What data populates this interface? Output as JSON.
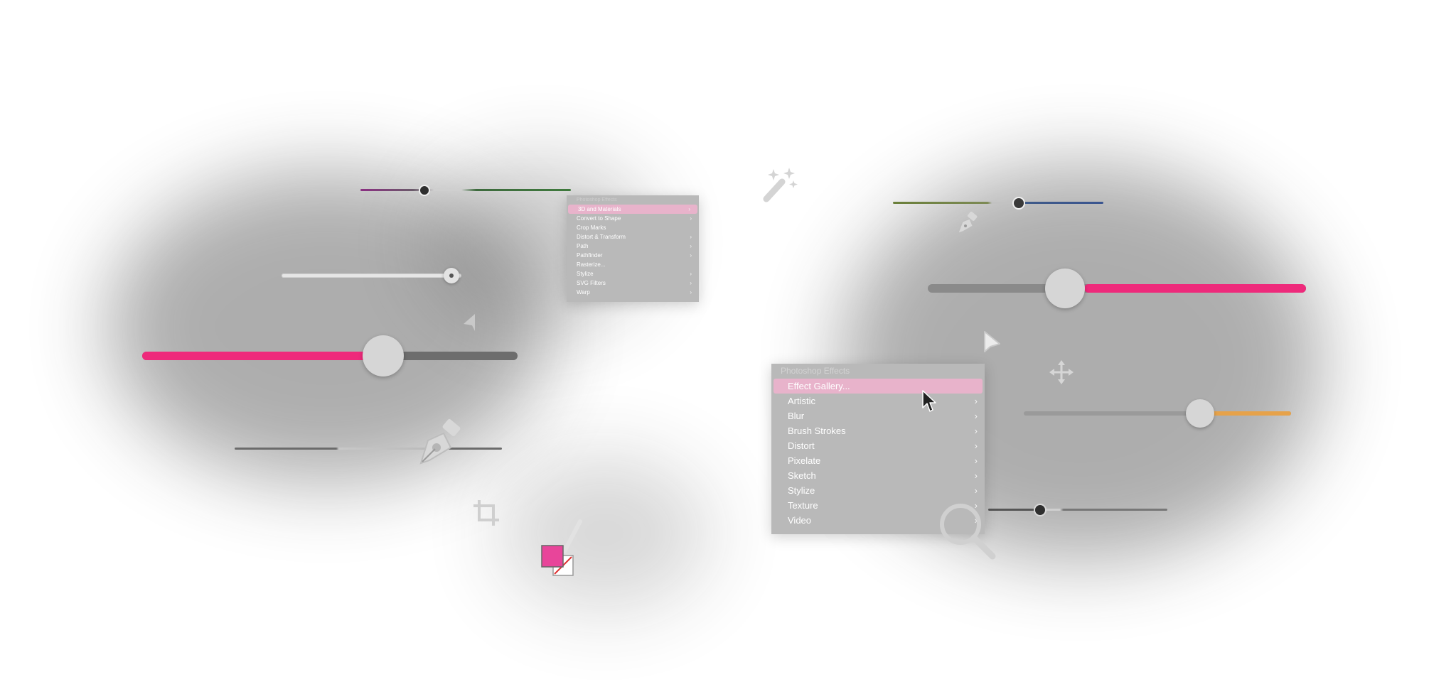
{
  "colors": {
    "accent_pink": "#ee2a7b",
    "menu_bg": "#b9b9b9",
    "menu_selected": "#e8b3cb",
    "knob_light": "#d6d6d6",
    "knob_dark": "#2f2f2f",
    "orange": "#e6a24a"
  },
  "small_menu": {
    "header": "Photoshop Effects",
    "items": [
      {
        "label": "3D and Materials",
        "submenu": true,
        "selected": true
      },
      {
        "label": "Convert to Shape",
        "submenu": true,
        "selected": false
      },
      {
        "label": "Crop Marks",
        "submenu": false,
        "selected": false
      },
      {
        "label": "Distort & Transform",
        "submenu": true,
        "selected": false
      },
      {
        "label": "Path",
        "submenu": true,
        "selected": false
      },
      {
        "label": "Pathfinder",
        "submenu": true,
        "selected": false
      },
      {
        "label": "Rasterize...",
        "submenu": false,
        "selected": false
      },
      {
        "label": "Stylize",
        "submenu": true,
        "selected": false
      },
      {
        "label": "SVG Filters",
        "submenu": true,
        "selected": false
      },
      {
        "label": "Warp",
        "submenu": true,
        "selected": false
      }
    ]
  },
  "large_menu": {
    "header": "Photoshop Effects",
    "items": [
      {
        "label": "Effect Gallery...",
        "submenu": false,
        "selected": true
      },
      {
        "label": "Artistic",
        "submenu": true,
        "selected": false
      },
      {
        "label": "Blur",
        "submenu": true,
        "selected": false
      },
      {
        "label": "Brush Strokes",
        "submenu": true,
        "selected": false
      },
      {
        "label": "Distort",
        "submenu": true,
        "selected": false
      },
      {
        "label": "Pixelate",
        "submenu": true,
        "selected": false
      },
      {
        "label": "Sketch",
        "submenu": true,
        "selected": false
      },
      {
        "label": "Stylize",
        "submenu": true,
        "selected": false
      },
      {
        "label": "Texture",
        "submenu": true,
        "selected": false
      },
      {
        "label": "Video",
        "submenu": true,
        "selected": false
      }
    ]
  },
  "sliders": {
    "thin_gradient_top_left": {
      "value_fraction": 0.32
    },
    "white_slider": {
      "value_fraction": 0.95
    },
    "pink_large_left": {
      "value_fraction": 0.64
    },
    "pen_thin": {
      "value_fraction": 0.79
    },
    "thin_gradient_top_right": {
      "value_fraction": 0.59
    },
    "pink_large_right": {
      "value_fraction": 0.36
    },
    "orange_slider": {
      "value_fraction": 0.66
    },
    "thin_bottom_right": {
      "value_fraction": 0.29
    }
  },
  "icons": [
    "magic-wand-icon",
    "pen-tool-icon",
    "pen-nib-icon",
    "arrow-cursor-icon",
    "direct-select-arrow-icon",
    "move-icon",
    "crop-icon",
    "color-swatch-icon",
    "magnifier-icon",
    "mouse-pointer-icon",
    "sparkle-icon"
  ]
}
